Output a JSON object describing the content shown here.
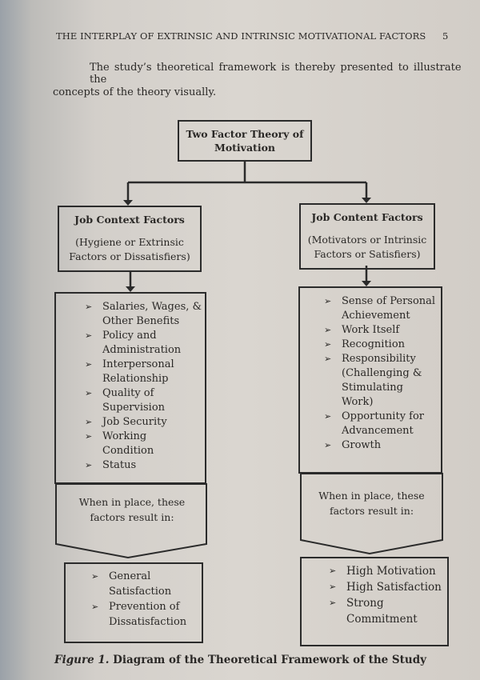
{
  "header": {
    "running_title": "THE INTERPLAY OF EXTRINSIC AND INTRINSIC MOTIVATIONAL FACTORS",
    "page_number": "5"
  },
  "intro": {
    "line1": "The study’s theoretical framework is thereby presented to illustrate the",
    "line2": "concepts of the theory visually."
  },
  "diagram": {
    "root": {
      "line1": "Two Factor Theory of",
      "line2": "Motivation"
    },
    "left": {
      "title": "Job Context Factors",
      "subtitle_line1": "(Hygiene or Extrinsic",
      "subtitle_line2": "Factors or Dissatisfiers)",
      "items": [
        [
          "Salaries, Wages, &",
          "Other Benefits"
        ],
        [
          "Policy and",
          "Administration"
        ],
        [
          "Interpersonal",
          "Relationship"
        ],
        [
          "Quality of",
          "Supervision"
        ],
        [
          "Job Security"
        ],
        [
          "Working",
          "Condition"
        ],
        [
          "Status"
        ]
      ],
      "result_line1": "When in place, these",
      "result_line2": "factors result in:",
      "outcomes": [
        [
          "General",
          "Satisfaction"
        ],
        [
          "Prevention of",
          "Dissatisfaction"
        ]
      ]
    },
    "right": {
      "title": "Job Content Factors",
      "subtitle_line1": "(Motivators or Intrinsic",
      "subtitle_line2": "Factors or Satisfiers)",
      "items": [
        [
          "Sense of Personal",
          "Achievement"
        ],
        [
          "Work Itself"
        ],
        [
          "Recognition"
        ],
        [
          "Responsibility",
          "(Challenging &",
          "Stimulating",
          "Work)"
        ],
        [
          "Opportunity for",
          "Advancement"
        ],
        [
          "Growth"
        ]
      ],
      "result_line1": "When in place, these",
      "result_line2": "factors result in:",
      "outcomes": [
        [
          "High Motivation"
        ],
        [
          "High Satisfaction"
        ],
        [
          "Strong",
          "Commitment"
        ]
      ]
    }
  },
  "caption": {
    "label": "Figure 1.",
    "text": " Diagram of the Theoretical Framework of the Study"
  },
  "icons": {
    "bullet": "➢"
  }
}
